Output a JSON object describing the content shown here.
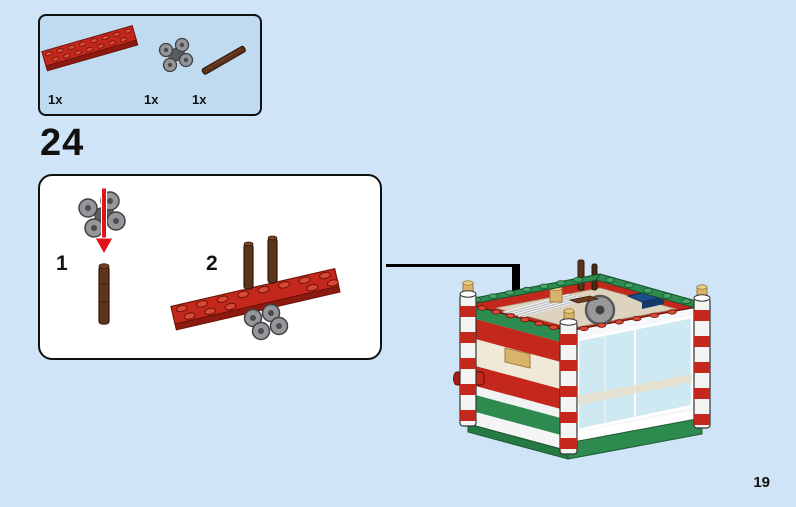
{
  "page": {
    "step_number": "24",
    "page_number": "19",
    "background_color": "#cfe4f6"
  },
  "parts_box": {
    "parts": [
      {
        "qty": "1x",
        "name": "red-plate-2x8"
      },
      {
        "qty": "1x",
        "name": "dark-gray-pin-connector"
      },
      {
        "qty": "1x",
        "name": "reddish-brown-bar"
      }
    ]
  },
  "assembly_box": {
    "substeps": [
      {
        "label": "1"
      },
      {
        "label": "2"
      }
    ]
  },
  "colors": {
    "lego_red": "#c4281c",
    "lego_dark_red": "#8c1a10",
    "lego_green": "#2e8b4f",
    "lego_brown": "#5d3319",
    "lego_gray": "#94969a",
    "lego_tan": "#d9b36a",
    "glass_blue": "#cfe9f2",
    "arrow_red": "#e01317",
    "line_black": "#000000",
    "box_fill_blue": "#c0daf0"
  }
}
